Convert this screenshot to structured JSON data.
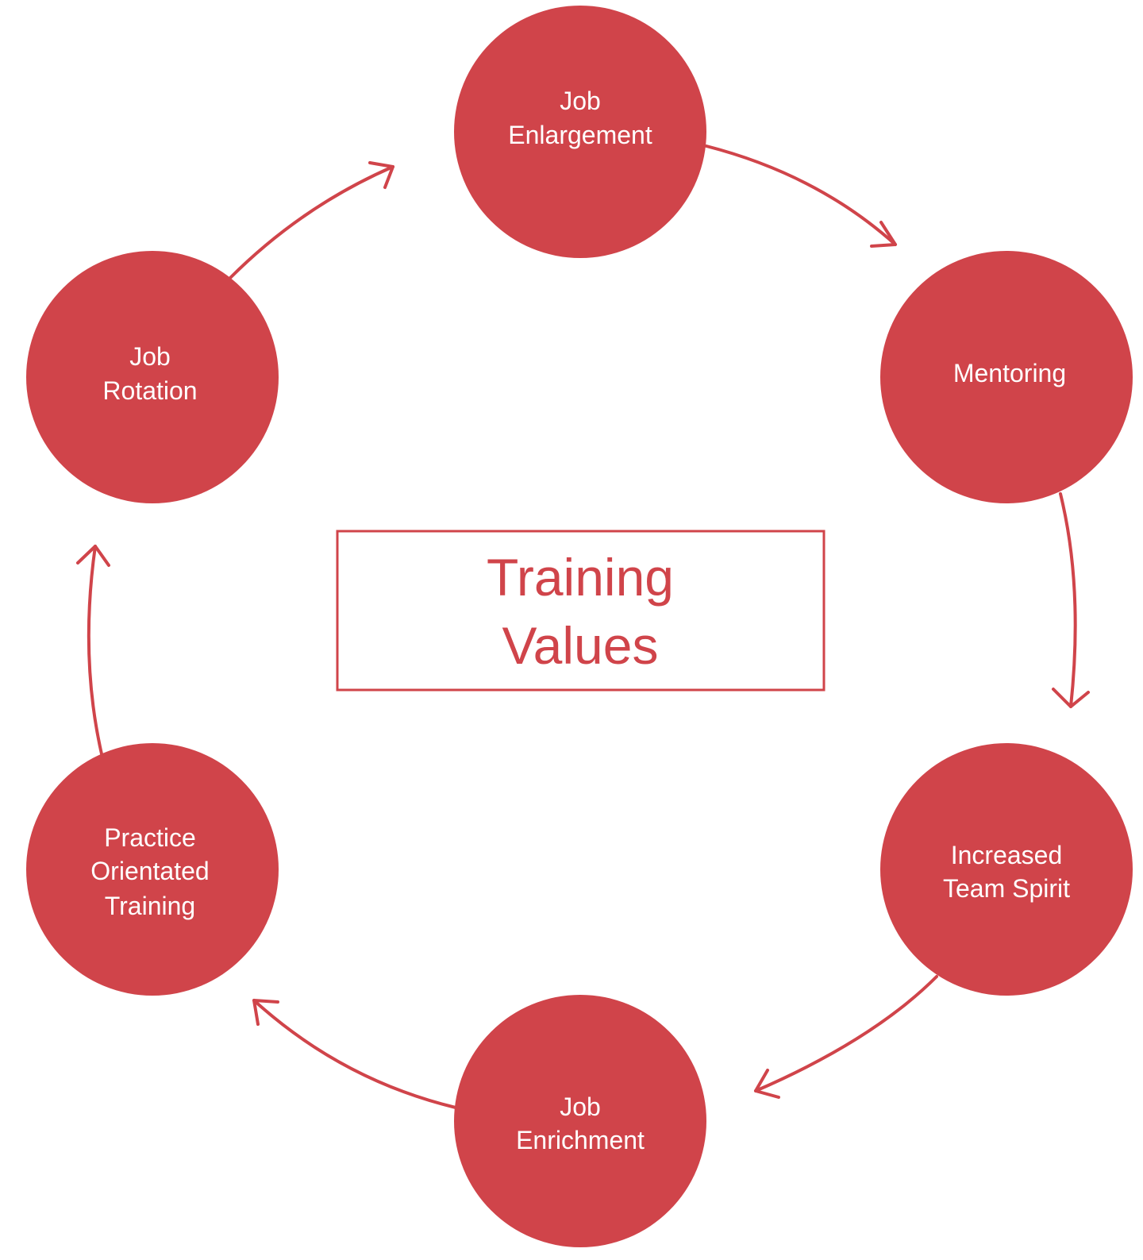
{
  "diagram": {
    "center": {
      "lines": [
        "Training",
        "Values"
      ]
    },
    "nodes": [
      {
        "id": "job-enlargement",
        "lines": [
          "Job",
          "Enlargement"
        ]
      },
      {
        "id": "mentoring",
        "lines": [
          "Mentoring"
        ]
      },
      {
        "id": "increased-team-spirit",
        "lines": [
          "Increased",
          "Team Spirit"
        ]
      },
      {
        "id": "job-enrichment",
        "lines": [
          "Job",
          "Enrichment"
        ]
      },
      {
        "id": "practice-orientated-training",
        "lines": [
          "Practice",
          "Orientated",
          "Training"
        ]
      },
      {
        "id": "job-rotation",
        "lines": [
          "Job",
          "Rotation"
        ]
      }
    ],
    "colors": {
      "accent": "#d0444a",
      "node_text": "#ffffff",
      "background": "#ffffff"
    }
  }
}
